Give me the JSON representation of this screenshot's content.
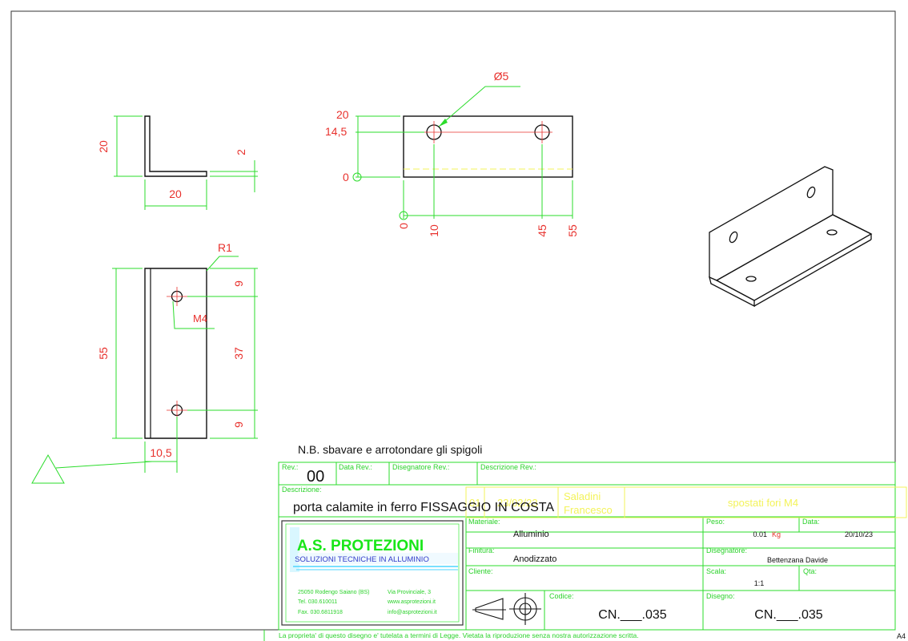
{
  "views": {
    "side": {
      "dim_height": "20",
      "dim_width": "20",
      "dim_thickness": "2"
    },
    "front": {
      "dim_hole": "Ø5",
      "dim_20": "20",
      "dim_14_5": "14,5",
      "dim_0_left": "0",
      "dim_0_bottom": "0",
      "dim_10": "10",
      "dim_45": "45",
      "dim_55": "55"
    },
    "top": {
      "dim_radius": "R1",
      "dim_length": "55",
      "dim_9_top": "9",
      "dim_37": "37",
      "dim_9_bottom": "9",
      "dim_thread": "M4",
      "dim_10_5": "10,5"
    }
  },
  "notes": {
    "deburr": "N.B. sbavare e arrotondare gli spigoli"
  },
  "title_block": {
    "rev_label": "Rev.:",
    "rev_value": "00",
    "data_rev_label": "Data Rev.:",
    "disegnatore_rev_label": "Disegnatore Rev.:",
    "descrizione_rev_label": "Descrizione Rev.:",
    "descrizione_label": "Descrizione:",
    "descrizione_value": "porta calamite in ferro FISSAGGIO IN COSTA",
    "rev_overlay_number": "01",
    "rev_overlay_date": "23/02/23",
    "rev_overlay_author_1": "Saladini",
    "rev_overlay_author_2": "Francesco",
    "rev_overlay_desc": "spostati fori M4",
    "materiale_label": "Materiale:",
    "materiale_value": "Alluminio",
    "peso_label": "Peso:",
    "peso_value": "0.01",
    "peso_unit": "Kg",
    "data_label": "Data:",
    "data_value": "20/10/23",
    "finitura_label": "Finitura:",
    "finitura_value": "Anodizzato",
    "disegnatore_label": "Disegnatore:",
    "disegnatore_value": "Bettenzana Davide",
    "cliente_label": "Cliente:",
    "scala_label": "Scala:",
    "scala_value": "1:1",
    "qta_label": "Qta:",
    "codice_label": "Codice:",
    "codice_value": "CN.___.035",
    "disegno_label": "Disegno:",
    "disegno_value": "CN.___.035",
    "footer": "La proprieta' di questo disegno e' tutelata a termini di Legge. Vietata la riproduzione senza nostra autorizzazione scritta.",
    "sheet_size": "A4"
  },
  "company": {
    "name": "A.S. PROTEZIONI",
    "tagline": "SOLUZIONI TECNICHE IN ALLUMINIO",
    "address": "25050 Rodengo Saiano (BS)",
    "street": "Via Provinciale, 3",
    "tel": "Tel. 030.610011",
    "web": "www.asprotezioni.it",
    "fax": "Fax. 030.6811918",
    "email": "info@asprotezioni.it"
  },
  "colors": {
    "dimension": "#2bdc2b",
    "text_dim": "#e8312d",
    "overlay": "#f3f35a",
    "logo_green": "#19e619",
    "logo_blue": "#2f39c9"
  }
}
